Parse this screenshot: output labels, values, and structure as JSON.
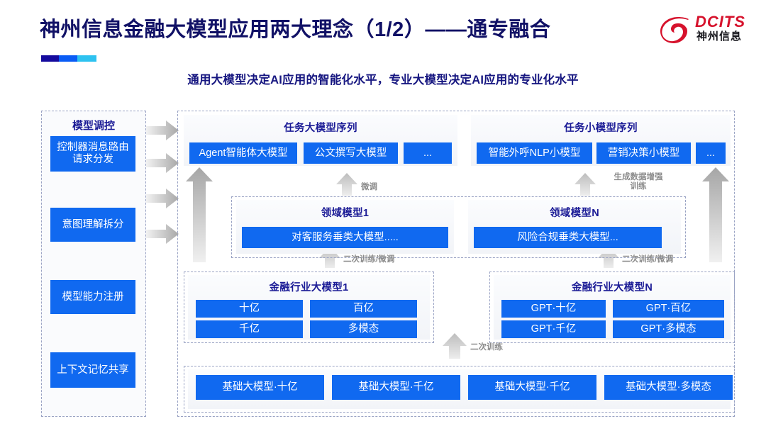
{
  "header": {
    "title": "神州信息金融大模型应用两大理念（1/2）——通专融合",
    "subtitle": "通用大模型决定AI应用的智能化水平，专业大模型决定AI应用的专业化水平",
    "accent_colors": [
      "#150b9e",
      "#0a5cf5",
      "#2ec2f0"
    ]
  },
  "logo": {
    "mark": "dcits-swirl-icon",
    "wordmark": "DCITS",
    "subword": "神州信息",
    "wordmark_color": "#d6122c",
    "subword_color": "#16161c"
  },
  "control_column": {
    "title": "模型调控",
    "items": [
      {
        "label": "控制器消息路由请求分发"
      },
      {
        "label": "意图理解拆分"
      },
      {
        "label": "模型能力注册"
      },
      {
        "label": "上下文记忆共享"
      }
    ],
    "arrow_count": 4,
    "arrow_icon": "arrow-right-icon"
  },
  "task_large_model": {
    "title": "任务大模型序列",
    "items": [
      "Agent智能体大模型",
      "公文撰写大模型",
      "..."
    ]
  },
  "task_small_model": {
    "title": "任务小模型序列",
    "items": [
      "智能外呼NLP小模型",
      "营销决策小模型",
      "..."
    ]
  },
  "domain_models": [
    {
      "title": "领域模型1",
      "item": "对客服务垂类大模型....."
    },
    {
      "title": "领域模型N",
      "item": "风险合规垂类大模型..."
    }
  ],
  "industry_models": [
    {
      "title": "金融行业大模型1",
      "items": [
        "十亿",
        "百亿",
        "千亿",
        "多模态"
      ]
    },
    {
      "title": "金融行业大模型N",
      "items": [
        "GPT·十亿",
        "GPT·百亿",
        "GPT·千亿",
        "GPT·多模态"
      ]
    }
  ],
  "base_models": {
    "items": [
      "基础大模型·十亿",
      "基础大模型·千亿",
      "基础大模型·千亿",
      "基础大模型·多模态"
    ]
  },
  "flow_labels": {
    "fine_tune": "微调",
    "gen_data_aug_line1": "生成数据增强",
    "gen_data_aug_line2": "训练",
    "second_train_fine_tune_left": "二次训练/微调",
    "second_train_fine_tune_right": "二次训练/微调",
    "second_train": "二次训练"
  },
  "colors": {
    "blue_box": "#1069f0",
    "title_blue": "#1b1b96",
    "dashed_border": "#9aa3c4",
    "arrow_gray": "#b8b8b8"
  }
}
